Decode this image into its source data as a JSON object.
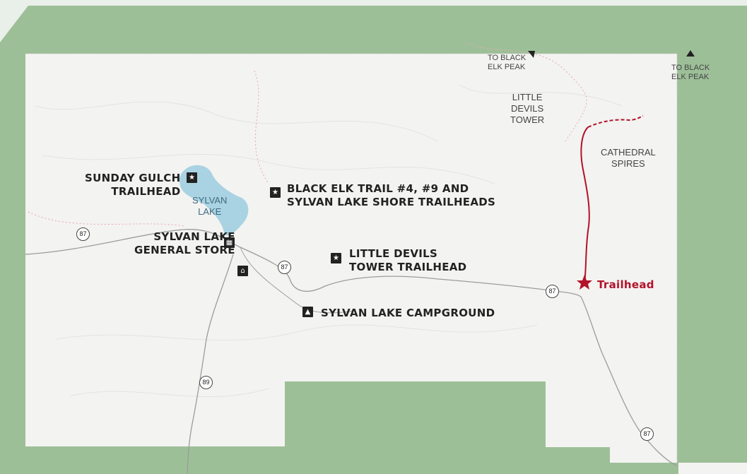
{
  "colors": {
    "park_green": "#9dbf98",
    "interior": "#f3f3f1",
    "lake": "#a9d3e2",
    "trail_red": "#b3122a",
    "road": "#9c9c9c"
  },
  "labels": {
    "sunday_gulch": "Sunday Gulch\nTrailhead",
    "black_elk": "Black Elk Trail #4, #9 and\nSylvan Lake Shore Trailheads",
    "general_store": "Sylvan Lake\nGeneral Store",
    "little_devils_trailhead": "Little Devils\nTower Trailhead",
    "campground": "Sylvan Lake Campground",
    "trailhead": "Trailhead"
  },
  "natural": {
    "sylvan_lake": "Sylvan\nLake",
    "little_devils_tower": "Little\nDevils\nTower",
    "cathedral_spires": "Cathedral\nSpires",
    "to_black_elk_1": "To Black\nElk Peak",
    "to_black_elk_2": "To Black\nElk Peak"
  },
  "road_shields": [
    "87",
    "87",
    "87",
    "89",
    "87"
  ],
  "icons": {
    "hiker": "hiker-icon",
    "store": "store-icon",
    "house": "house-icon",
    "tent": "tent-icon",
    "star": "trailhead-star-icon"
  }
}
